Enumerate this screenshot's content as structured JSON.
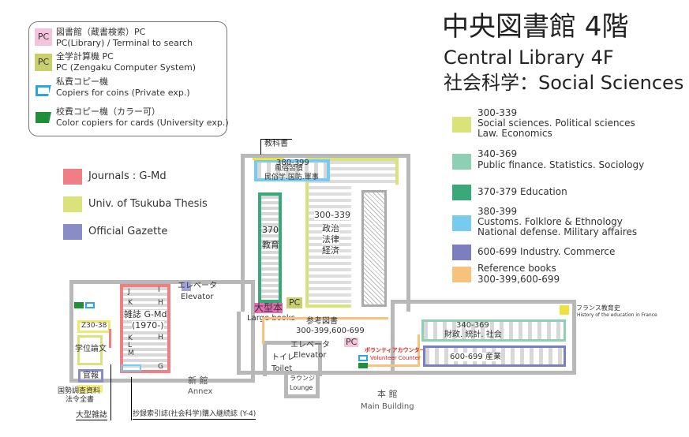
{
  "title": {
    "ja": "中央図書館 4階",
    "en": "Central Library 4F",
    "subject": "社会科学：Social Sciences"
  },
  "legend_icons": [
    {
      "icon": "PC",
      "ja": "図書館（蔵書検索）PC",
      "en": "PC(Library) / Terminal to search",
      "color": "#f3c4dc"
    },
    {
      "icon": "PC",
      "ja": "全学計算機 PC",
      "en": "PC (Zengaku Computer System)",
      "color": "#c9cf6e"
    },
    {
      "ja": "私費コピー機",
      "en": "Copiers for coins (Private exp.)",
      "color": "#2aa6e0"
    },
    {
      "ja": "校費コピー機（カラー可）",
      "en": "Color copiers for cards (University exp.)",
      "color": "#1f8f3a"
    }
  ],
  "legend_left": [
    {
      "label": "Journals : G-Md",
      "color": "#ef7f84"
    },
    {
      "label": "Univ. of Tsukuba Thesis",
      "color": "#d9e37a"
    },
    {
      "label": "Official Gazette",
      "color": "#8a8cc6"
    }
  ],
  "legend_right": [
    {
      "lines": [
        "300-339",
        "Social sciences. Political sciences",
        "Law. Economics"
      ],
      "color": "#d9e37a"
    },
    {
      "lines": [
        "340-369",
        "Public finance. Statistics. Sociology"
      ],
      "color": "#8fd0b4"
    },
    {
      "lines": [
        "370-379 Education"
      ],
      "color": "#3aa97a"
    },
    {
      "lines": [
        "380-399",
        "Customs. Folklore & Ethnology",
        "National defense. Military affaires"
      ],
      "color": "#78cbef"
    },
    {
      "lines": [
        "600-699 Industry. Commerce"
      ],
      "color": "#7c7fbf"
    },
    {
      "lines": [
        "Reference books",
        "300-399,600-699"
      ],
      "color": "#f7c27c"
    }
  ],
  "map": {
    "textbooks": "教科書",
    "s380": {
      "num": "380-399",
      "l1": "風俗習慣",
      "l2": "民俗学.国防.軍事"
    },
    "s370": {
      "num": "370",
      "ja": "教育"
    },
    "s300": {
      "num": "300-339",
      "l1": "政治",
      "l2": "法律",
      "l3": "経済"
    },
    "large_books": {
      "ja": "大型本",
      "en": "Large books"
    },
    "pc": "PC",
    "reference": {
      "ja": "参考図書",
      "num": "300-399,600-699"
    },
    "elevator": {
      "ja": "エレベータ",
      "en": "Elevator"
    },
    "toilet": {
      "ja": "トイレ",
      "en": "Toilet"
    },
    "lounge": {
      "ja": "ラウンジ",
      "en": "Lounge"
    },
    "volunteer": {
      "ja": "ボランティアカウンター",
      "en": "Volunteer Counter"
    },
    "s340": {
      "num": "340-369",
      "ja": "財政. 統計. 社会"
    },
    "s600": "600-699 産業",
    "france": {
      "ja": "フランス教育史",
      "en": "History of the education in France"
    },
    "main": {
      "ja": "本 館",
      "en": "Main Building"
    },
    "annex": {
      "ja": "新 館",
      "en": "Annex"
    },
    "journals": {
      "title": "雑誌 G-Md",
      "years": "(1970-)",
      "letters": [
        "J",
        "K",
        "K",
        "L",
        "M",
        "I",
        "H",
        "H",
        "G"
      ]
    },
    "z30": "Z30-38",
    "thesis": "学位論文",
    "gazette": "官報",
    "census": [
      "国勢調査資料",
      "法令全書"
    ],
    "large_journals": "大型雑誌",
    "abstracts": "抄録索引誌(社会科学)購入継続誌 (Y-4)"
  }
}
